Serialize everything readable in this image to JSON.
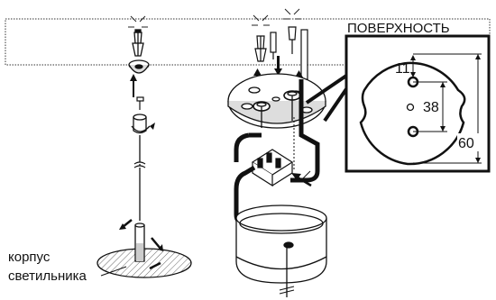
{
  "labels": {
    "surface": "ПОВЕРХНОСТЬ",
    "body_line1": "корпус",
    "body_line2": "светильника"
  },
  "dimensions": {
    "offset": "11",
    "hole_spacing": "38",
    "plate_diameter": "60"
  }
}
